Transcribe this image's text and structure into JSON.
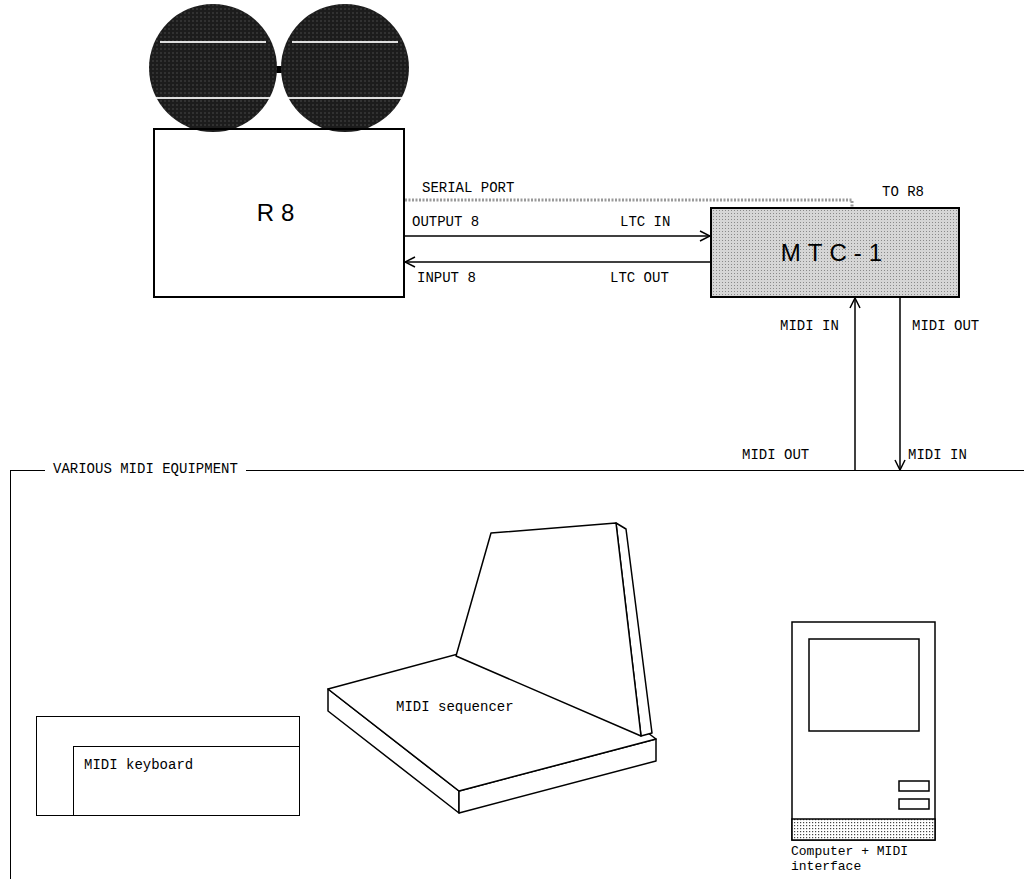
{
  "diagram": {
    "nodes": [
      {
        "text": [
          "R8"
        ]
      },
      {
        "text": [
          "MTC-1"
        ]
      },
      {
        "text": [
          "VARIOUS MIDI EQUIPMENT"
        ]
      },
      {
        "text": [
          "MIDI keyboard"
        ],
        "in": 2
      },
      {
        "text": [
          "MIDI sequencer"
        ],
        "in": 2
      },
      {
        "text": [
          "Computer + MIDI interface"
        ],
        "in": 2
      }
    ],
    "edges": [
      {
        "from": 0,
        "to": 1,
        "label": "SERIAL PORT",
        "arrow": "none"
      },
      {
        "from": 0,
        "to": 1,
        "arrow": "to"
      },
      {
        "from": 1,
        "to": 0,
        "arrow": "to"
      },
      {
        "from": 2,
        "to": 1,
        "arrow": "to"
      },
      {
        "from": 1,
        "to": 2,
        "arrow": "to"
      }
    ],
    "labels": [
      "TO R8",
      "OUTPUT 8",
      "LTC IN",
      "INPUT 8",
      "LTC OUT",
      "MIDI IN",
      "MIDI OUT",
      "MIDI OUT",
      "MIDI IN"
    ]
  }
}
